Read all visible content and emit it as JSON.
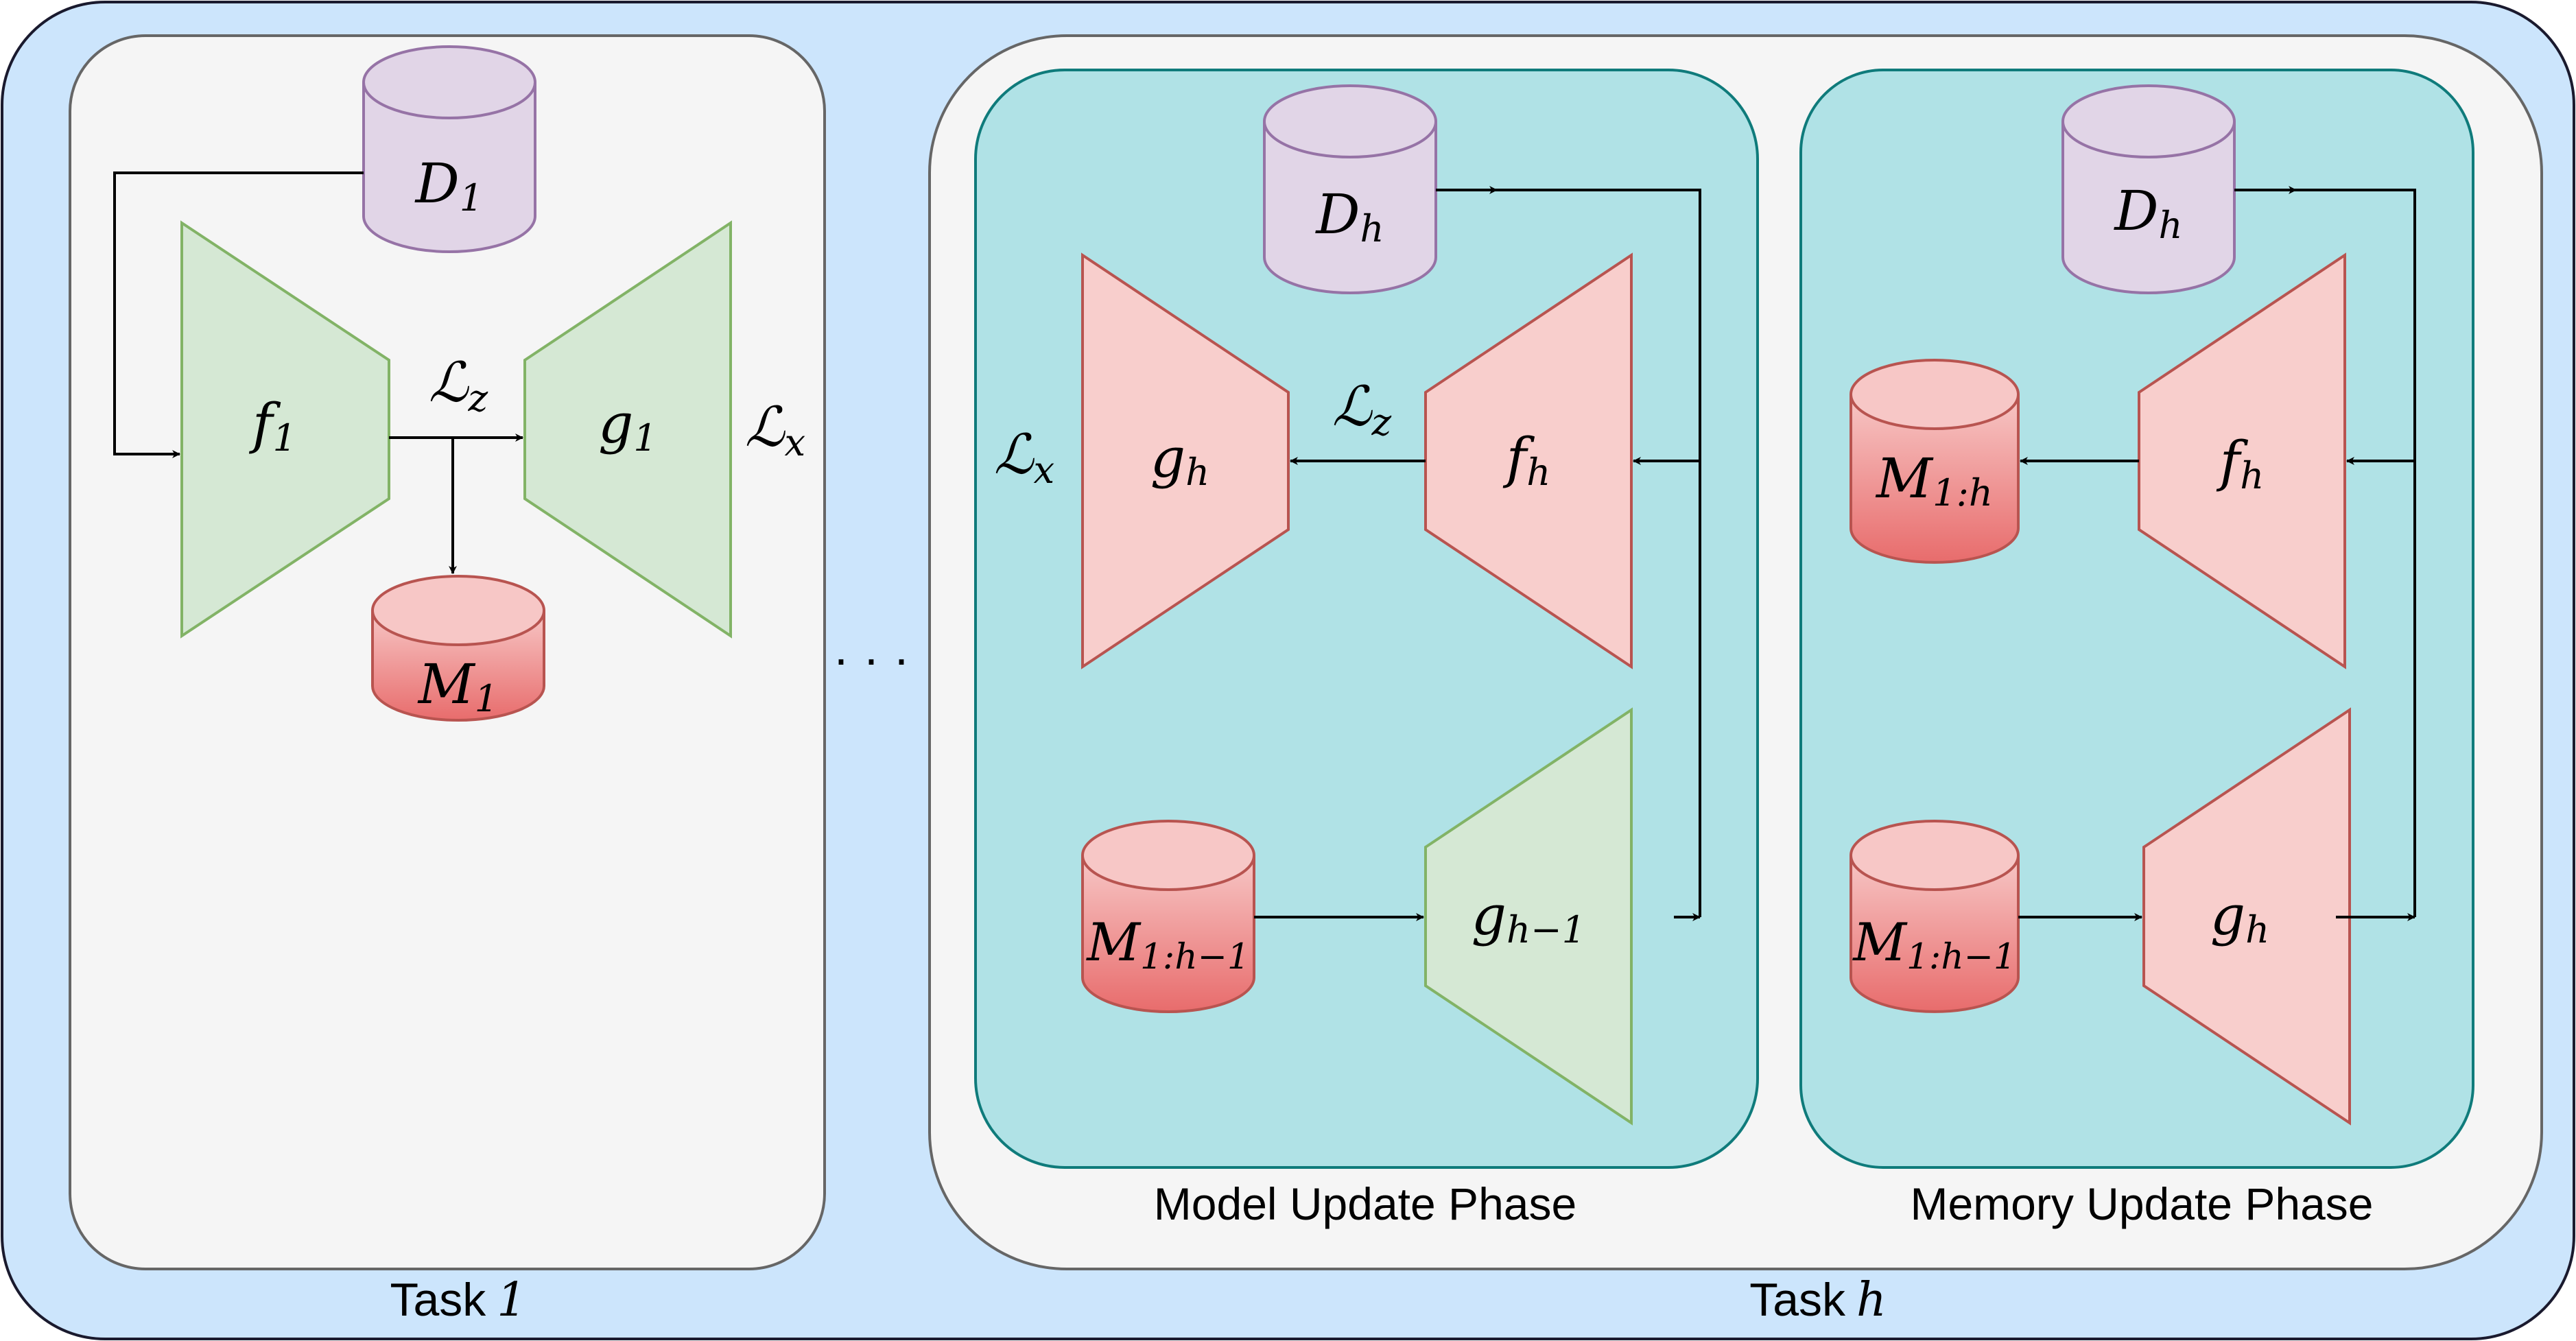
{
  "colors": {
    "outer_fill": "#cce5fc",
    "task_fill": "#f5f5f5",
    "phase_fill": "#b0e2e6",
    "phase_stroke": "#0f7b7b",
    "data_fill": "#e1d5e7",
    "data_stroke": "#9673a6",
    "memory_fill_top": "#f7c7c6",
    "memory_fill_bottom": "#e86c6c",
    "memory_stroke": "#b85450",
    "green_fill": "#d5e8d4",
    "green_stroke": "#82b366",
    "pink_fill": "#f8cecc",
    "pink_stroke": "#b85450"
  },
  "task1": {
    "caption": {
      "text": "Task",
      "idx": "1"
    },
    "data": {
      "main": "D",
      "sub": "1"
    },
    "encoder": {
      "main": "f",
      "sub": "1"
    },
    "decoder": {
      "main": "g",
      "sub": "1"
    },
    "memory": {
      "main": "M",
      "sub": "1"
    },
    "loss_z": {
      "main": "ℒ",
      "sub": "z"
    },
    "loss_x": {
      "main": "ℒ",
      "sub": "x"
    }
  },
  "ellipsis": "· · ·",
  "taskh": {
    "caption": {
      "text": "Task",
      "idx": "h"
    },
    "model_phase": {
      "label": "Model Update Phase",
      "data": {
        "main": "D",
        "sub": "h"
      },
      "decoder": {
        "main": "g",
        "sub": "h"
      },
      "encoder": {
        "main": "f",
        "sub": "h"
      },
      "loss_x": {
        "main": "ℒ",
        "sub": "x"
      },
      "loss_z": {
        "main": "ℒ",
        "sub": "z"
      },
      "memory": {
        "main": "M",
        "sub": "1:h−1"
      },
      "prev_decoder": {
        "main": "g",
        "sub": "h−1"
      }
    },
    "memory_phase": {
      "label": "Memory Update Phase",
      "data": {
        "main": "D",
        "sub": "h"
      },
      "memory_new": {
        "main": "M",
        "sub": "1:h"
      },
      "encoder": {
        "main": "f",
        "sub": "h"
      },
      "memory_old": {
        "main": "M",
        "sub": "1:h−1"
      },
      "decoder": {
        "main": "g",
        "sub": "h"
      }
    }
  }
}
